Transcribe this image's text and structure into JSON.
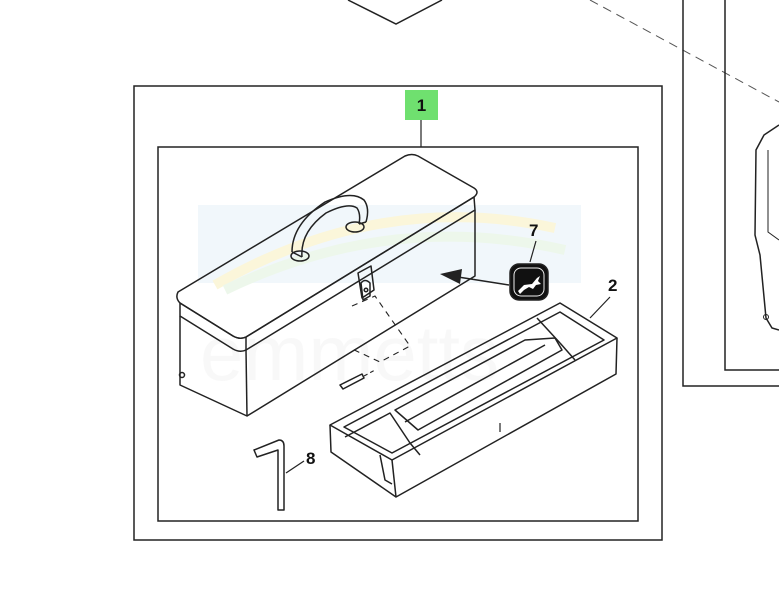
{
  "callouts": {
    "c1": "1",
    "c2": "2",
    "c7": "7",
    "c8": "8"
  },
  "watermark": "emmetts",
  "colors": {
    "highlight": "#6fe06f",
    "line": "#222222",
    "dash": "#555555"
  }
}
